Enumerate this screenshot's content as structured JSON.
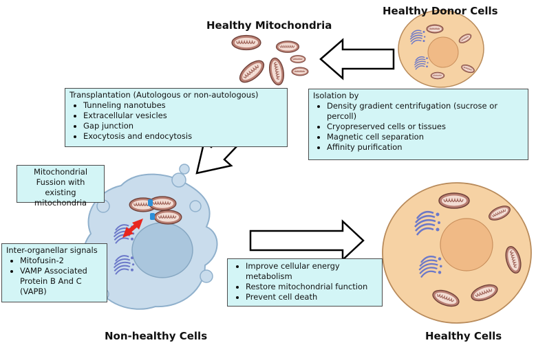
{
  "titles": {
    "healthy_donor_cells": "Healthy Donor Cells",
    "healthy_mitochondria": "Healthy Mitochondria",
    "non_healthy_cells": "Non-healthy Cells",
    "healthy_cells": "Healthy Cells"
  },
  "transplantation": {
    "heading": "Transplantation (Autologous or non-autologous)",
    "items": [
      "Tunneling nanotubes",
      "Extracellular vesicles",
      "Gap junction",
      "Exocytosis and endocytosis"
    ]
  },
  "isolation": {
    "heading": "Isolation by",
    "items": [
      "Density gradient centrifugation (sucrose or percoll)",
      "Cryopreserved cells or tissues",
      "Magnetic cell separation",
      "Affinity purification"
    ]
  },
  "fusion": {
    "lines": [
      "Mitochondrial",
      "Fussion with existing",
      "mitochondria"
    ]
  },
  "signals": {
    "heading": "Inter-organellar signals",
    "items": [
      "Mitofusin-2",
      "VAMP Associated Protein B And C (VAPB)"
    ]
  },
  "outcomes": {
    "items": [
      "Improve cellular energy metabolism",
      "Restore mitochondrial function",
      "Prevent cell death"
    ]
  },
  "colors": {
    "box_fill": "#d3f5f6",
    "cell_fill": "#f6d2a4",
    "nucleus_fill": "#f0ba86",
    "sick_cell_fill": "#c9dcec",
    "mito_fill": "#b97f73",
    "golgi": "#6b78c9",
    "fusion_arrow": "#e8261e"
  }
}
